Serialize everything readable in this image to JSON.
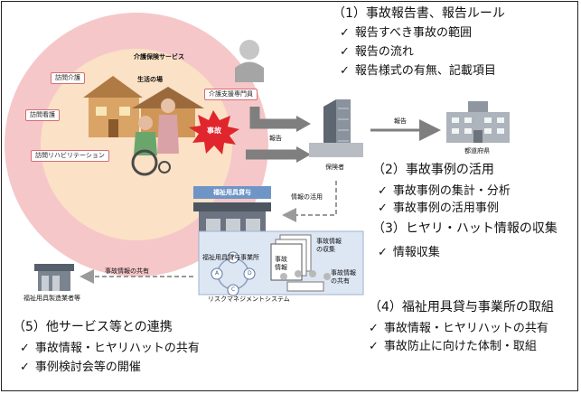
{
  "colors": {
    "outer_circle": "#f6c7c9",
    "inner_circle": "#fbe1c5",
    "arrow": "#7f7f7f",
    "risk_box": "#dde6f3",
    "tag_border": "#d76d74",
    "burst": "#e0262c"
  },
  "left": {
    "care_service": "介護保険サービス",
    "living_place": "生活の場",
    "tag_home_care": "訪問介護",
    "tag_nursing": "訪問看護",
    "tag_rehab": "訪問リハビリテーション",
    "accident_burst": "事故"
  },
  "care_manager": "介護支援専門員",
  "report_left": "報告",
  "report_right": "報告",
  "insurer_label": "保険者",
  "prefecture_label": "都道府県",
  "info_use": "情報の活用",
  "rental_banner": "福祉用具貸与",
  "rental_office": "福祉用具貸与事業所",
  "share_label": "事故情報の共有",
  "manufacturer": "福祉用具製造業者等",
  "risk": {
    "system": "リスクマネジメントシステム",
    "doc": "事故\n情報",
    "collect": "事故情報\nの収集",
    "share": "事故情報\nの共有",
    "pdca": [
      "P",
      "D",
      "C",
      "A"
    ]
  },
  "sections": {
    "s1": {
      "title": "（1）事故報告書、報告ルール",
      "items": [
        "報告すべき事故の範囲",
        "報告の流れ",
        "報告様式の有無、記載項目"
      ]
    },
    "s2": {
      "title": "（2）事故事例の活用",
      "items": [
        "事故事例の集計・分析",
        "事故事例の活用事例"
      ]
    },
    "s3": {
      "title": "（3）ヒヤリ・ハット情報の収集",
      "items": [
        "情報収集"
      ]
    },
    "s4": {
      "title": "（4）福祉用具貸与事業所の取組",
      "items": [
        "事故情報・ヒヤリハットの共有",
        "事故防止に向けた体制・取組"
      ]
    },
    "s5": {
      "title": "（5）他サービス等との連携",
      "items": [
        "事故情報・ヒヤリハットの共有",
        "事例検討会等の開催"
      ]
    }
  },
  "check_mark": "✓"
}
